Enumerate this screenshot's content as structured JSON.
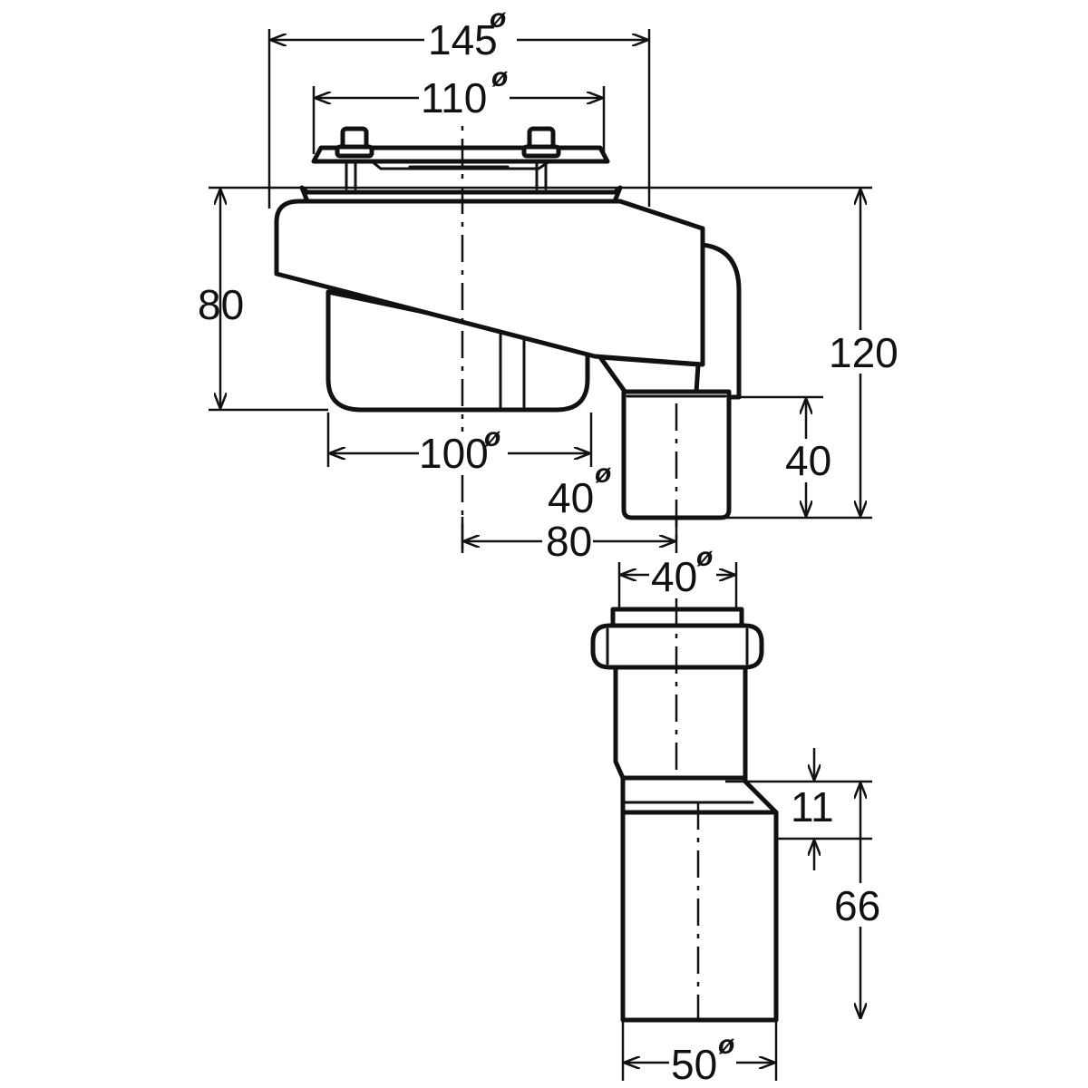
{
  "colors": {
    "line": "#111111",
    "background": "#ffffff"
  },
  "dimensions": {
    "top_diameter": {
      "value": "145",
      "symbol": "ø"
    },
    "grate_diameter": {
      "value": "110",
      "symbol": "ø"
    },
    "body_height": {
      "value": "80"
    },
    "total_height": {
      "value": "120"
    },
    "bowl_diameter": {
      "value": "100",
      "symbol": "ø"
    },
    "outlet_diameter": {
      "value": "40",
      "symbol": "ø"
    },
    "outlet_height": {
      "value": "40"
    },
    "outlet_offset": {
      "value": "80"
    },
    "adapter_inlet_diameter": {
      "value": "40",
      "symbol": "ø"
    },
    "adapter_step": {
      "value": "11"
    },
    "adapter_height": {
      "value": "66"
    },
    "adapter_outlet_diameter": {
      "value": "50",
      "symbol": "ø"
    }
  }
}
